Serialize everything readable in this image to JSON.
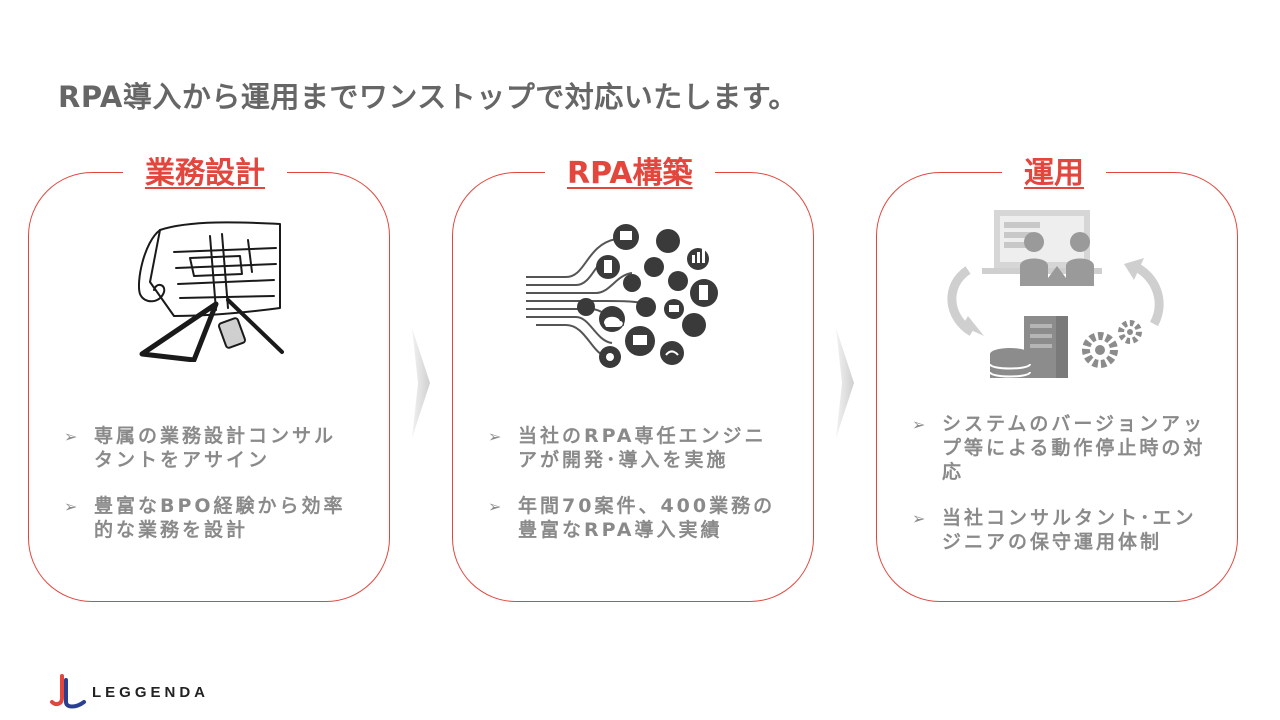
{
  "title": "RPA導入から運用までワンストップで対応いたします。",
  "bullet_marker": "➢",
  "columns": [
    {
      "heading": "業務設計",
      "bullets": [
        "専属の業務設計コンサルタントをアサイン",
        "豊富なBPO経験から効率的な業務を設計"
      ]
    },
    {
      "heading": "RPA構築",
      "bullets": [
        "当社のRPA専任エンジニアが開発･導入を実施",
        "年間70案件、400業務の豊富なRPA導入実績"
      ]
    },
    {
      "heading": "運用",
      "bullets": [
        "システムのバージョンアップ等による動作停止時の対応",
        "当社コンサルタント･エンジニアの保守運用体制"
      ]
    }
  ],
  "logo": {
    "text": "LEGGENDA"
  },
  "colors": {
    "accent": "#e3463d",
    "text_gray": "#666666",
    "icon_gray": "#8a8a8a"
  }
}
